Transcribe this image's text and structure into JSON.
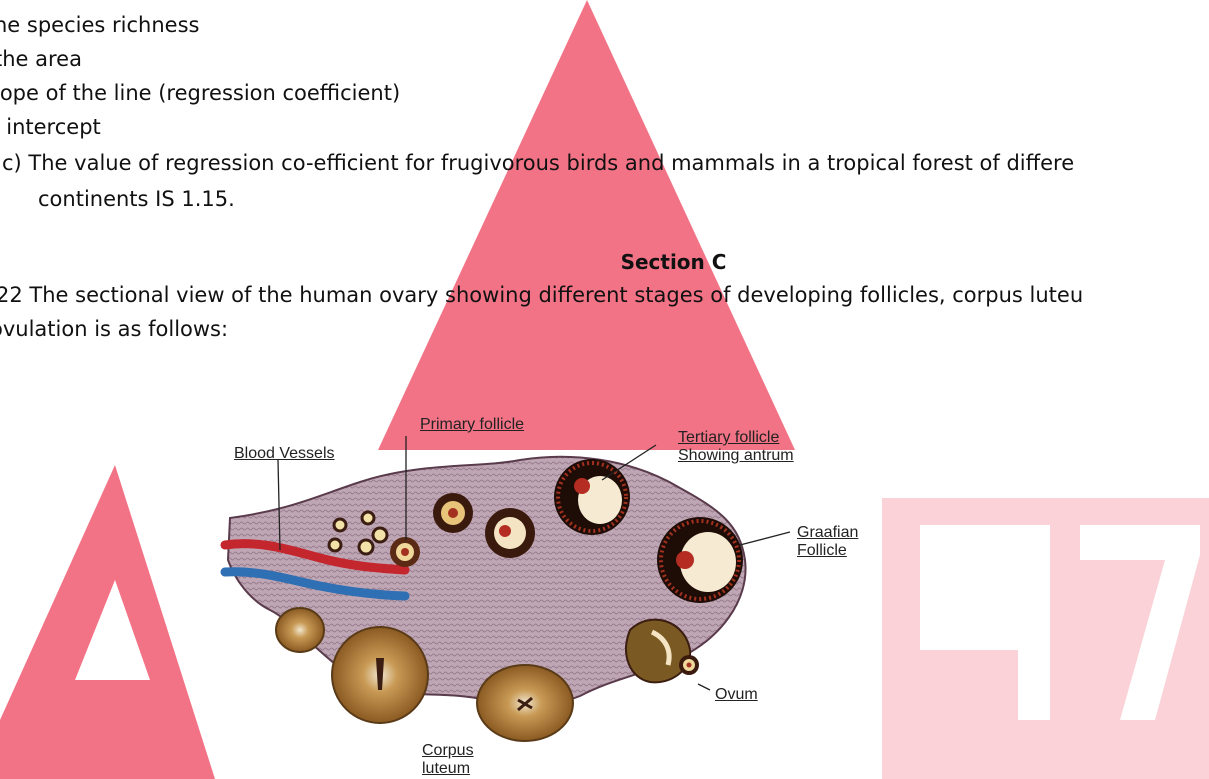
{
  "document": {
    "lines": [
      "he species richness",
      "the area",
      "lope of the line (regression coefficient)",
      "- intercept",
      "c)  The value of regression co-efficient for frugivorous birds and mammals in a tropical forest of differe",
      "continents IS 1.15."
    ],
    "section_title": "Section C",
    "question_lines": [
      "22 The sectional view of the human ovary showing different stages of developing follicles, corpus luteu",
      "ovulation is as follows:"
    ]
  },
  "diagram": {
    "labels": {
      "primary_follicle": "Primary follicle",
      "blood_vessels": "Blood Vessels",
      "tertiary_follicle_1": "Tertiary follicle",
      "tertiary_follicle_2": "Showing antrum",
      "graafian_1": "Graafian",
      "graafian_2": "Follicle",
      "ovum": "Ovum",
      "corpus_1": "Corpus",
      "corpus_2": "luteum"
    }
  },
  "watermark": {
    "logo_text": "A47",
    "color": "#f47b8b"
  }
}
